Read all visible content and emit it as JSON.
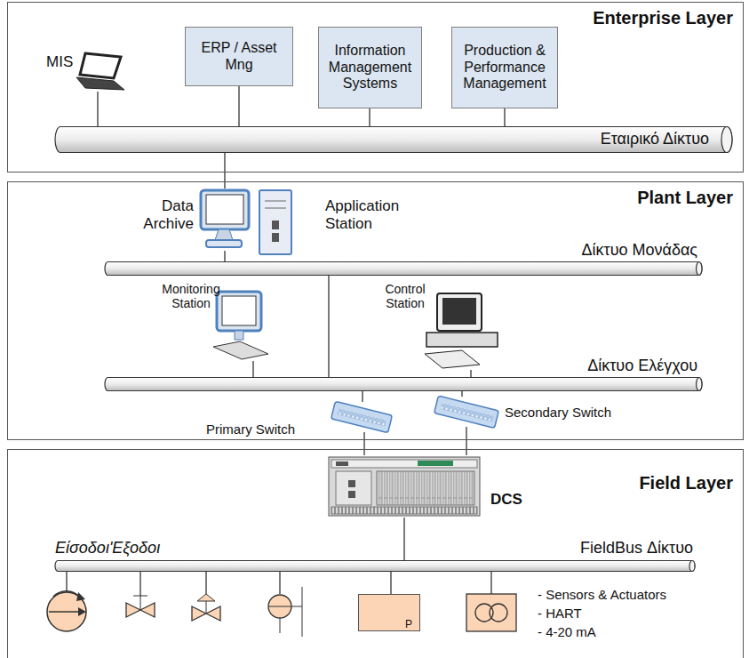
{
  "diagram": {
    "nodes": [
      {
        "text": [
          "Enterprise Layer"
        ]
      },
      {
        "text": [
          "MIS"
        ],
        "in": 0
      },
      {
        "text": [
          "ERP / Asset Mng"
        ],
        "in": 0
      },
      {
        "text": [
          "Information Management Systems"
        ],
        "in": 0
      },
      {
        "text": [
          "Production & Performance Management"
        ],
        "in": 0
      },
      {
        "text": [
          "Εταιρικό Δίκτυο"
        ],
        "in": 0
      },
      {
        "text": [
          "Plant Layer"
        ]
      },
      {
        "text": [
          "Data Archive"
        ],
        "in": 6
      },
      {
        "text": [
          "Application Station"
        ],
        "in": 6
      },
      {
        "text": [
          "Δίκτυο Μονάδας"
        ],
        "in": 6
      },
      {
        "text": [
          "Monitoring Station"
        ],
        "in": 6
      },
      {
        "text": [
          "Control Station"
        ],
        "in": 6
      },
      {
        "text": [
          "Δίκτυο Ελέγχου"
        ],
        "in": 6
      },
      {
        "text": [
          "Primary Switch"
        ],
        "in": 6
      },
      {
        "text": [
          "Secondary Switch"
        ],
        "in": 6
      },
      {
        "text": [
          "Field Layer"
        ]
      },
      {
        "text": [
          "DCS"
        ],
        "in": 15
      },
      {
        "text": [
          "FieldBus Δίκτυο"
        ],
        "in": 15
      },
      {
        "text": [
          "P"
        ],
        "in": 15
      }
    ],
    "edges": [
      {
        "from": 1,
        "to": 5,
        "arrow": "none"
      },
      {
        "from": 2,
        "to": 5,
        "arrow": "none"
      },
      {
        "from": 3,
        "to": 5,
        "arrow": "none"
      },
      {
        "from": 4,
        "to": 5,
        "arrow": "none"
      },
      {
        "from": 5,
        "to": 7,
        "arrow": "none"
      },
      {
        "from": 7,
        "to": 9,
        "arrow": "none"
      },
      {
        "from": 9,
        "to": 12,
        "arrow": "none"
      },
      {
        "from": 10,
        "to": 12,
        "arrow": "none"
      },
      {
        "from": 11,
        "to": 12,
        "arrow": "none"
      },
      {
        "from": 12,
        "to": 13,
        "arrow": "none"
      },
      {
        "from": 12,
        "to": 14,
        "arrow": "none"
      },
      {
        "from": 13,
        "to": 16,
        "arrow": "none"
      },
      {
        "from": 14,
        "to": 16,
        "arrow": "none"
      },
      {
        "from": 16,
        "to": 17,
        "arrow": "none"
      },
      {
        "from": 17,
        "to": 18,
        "arrow": "none"
      }
    ],
    "labels": [
      "Είσοδοι'Εξοδοι",
      "- Sensors & Actuators",
      "- HART",
      "- 4-20 mA"
    ]
  }
}
